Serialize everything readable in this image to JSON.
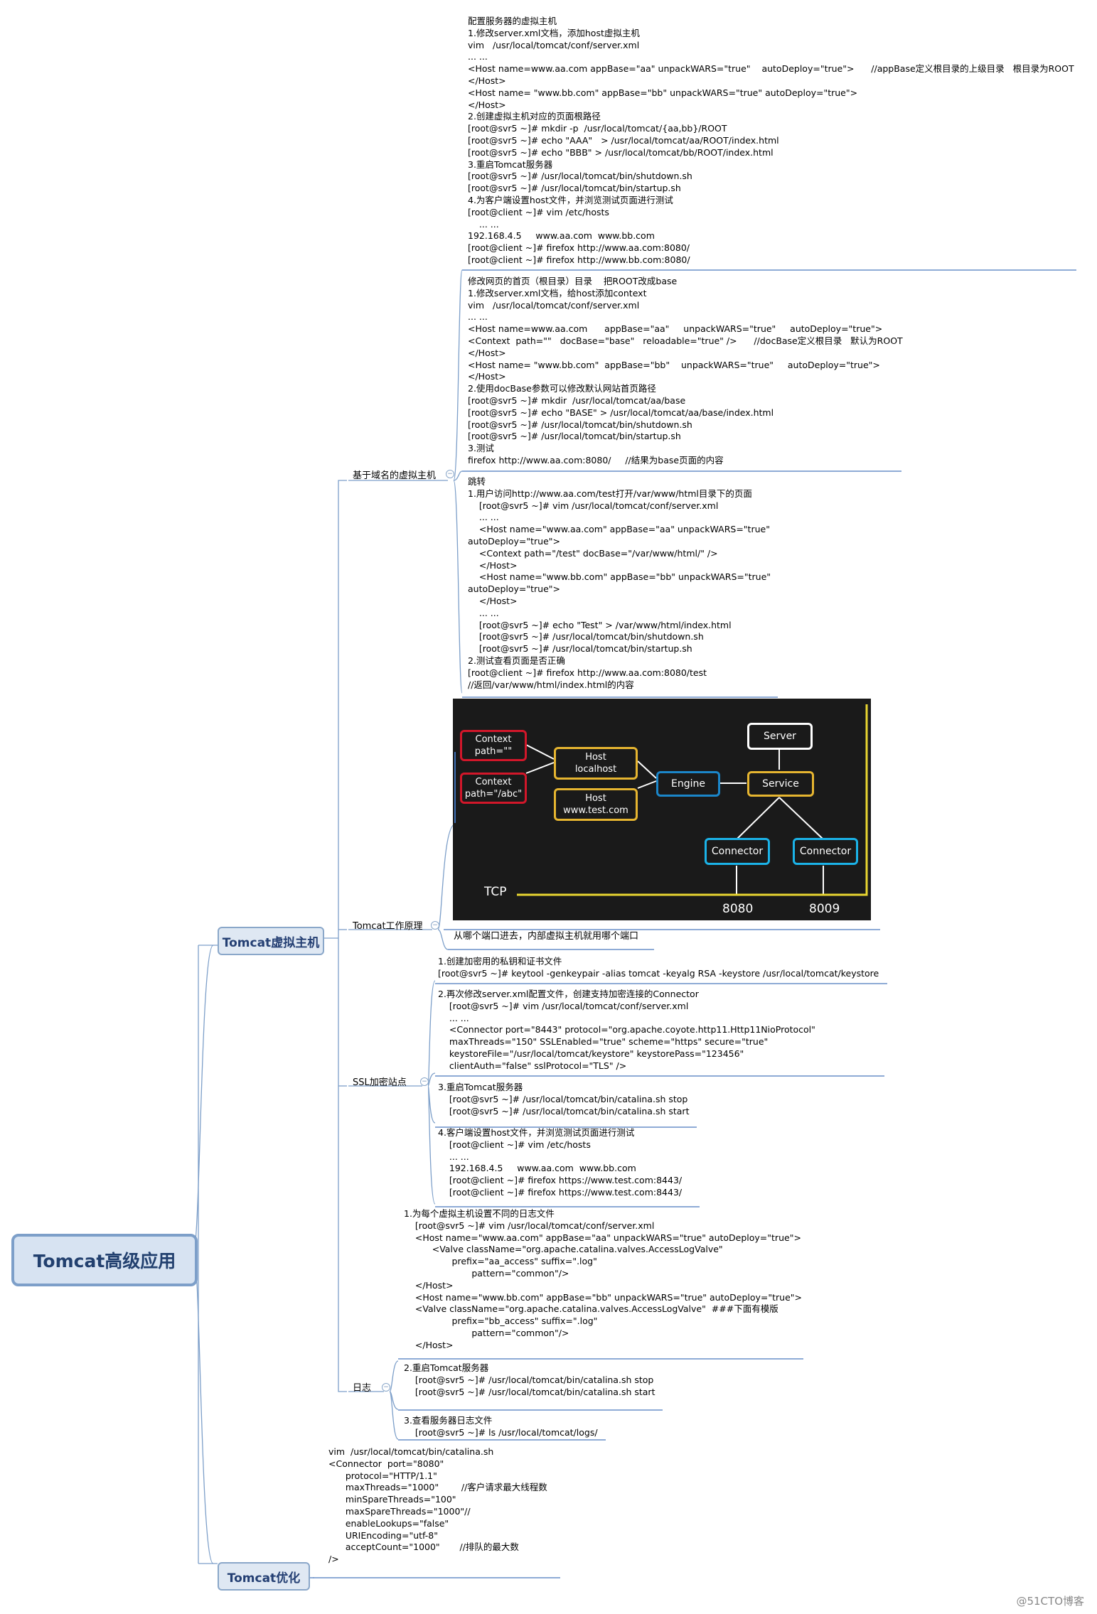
{
  "root": {
    "title": "Tomcat高级应用"
  },
  "branches": {
    "vhost": "Tomcat虚拟主机",
    "optimize": "Tomcat优化"
  },
  "topics": {
    "domain_vhost": "基于域名的虚拟主机",
    "principle": "Tomcat工作原理",
    "ssl": "SSL加密站点",
    "log": "日志"
  },
  "notes": {
    "n1": "配置服务器的虚拟主机\n1.修改server.xml文档，添加host虚拟主机\nvim   /usr/local/tomcat/conf/server.xml\n... ...\n<Host name=www.aa.com appBase=\"aa\" unpackWARS=\"true\"    autoDeploy=\"true\">      //appBase定义根目录的上级目录   根目录为ROOT\n</Host>\n<Host name= \"www.bb.com\" appBase=\"bb\" unpackWARS=\"true\" autoDeploy=\"true\">\n</Host>\n2.创建虚拟主机对应的页面根路径\n[root@svr5 ~]# mkdir -p  /usr/local/tomcat/{aa,bb}/ROOT\n[root@svr5 ~]# echo \"AAA\"   > /usr/local/tomcat/aa/ROOT/index.html\n[root@svr5 ~]# echo \"BBB\" > /usr/local/tomcat/bb/ROOT/index.html\n3.重启Tomcat服务器\n[root@svr5 ~]# /usr/local/tomcat/bin/shutdown.sh\n[root@svr5 ~]# /usr/local/tomcat/bin/startup.sh\n4.为客户端设置host文件，并浏览测试页面进行测试\n[root@client ~]# vim /etc/hosts\n    ... ...\n192.168.4.5     www.aa.com  www.bb.com\n[root@client ~]# firefox http://www.aa.com:8080/\n[root@client ~]# firefox http://www.bb.com:8080/",
    "n2": "修改网页的首页（根目录）目录    把ROOT改成base\n1.修改server.xml文档，给host添加context\nvim   /usr/local/tomcat/conf/server.xml\n... ...\n<Host name=www.aa.com      appBase=\"aa\"     unpackWARS=\"true\"     autoDeploy=\"true\">\n<Context  path=\"\"   docBase=\"base\"   reloadable=\"true\" />      //docBase定义根目录   默认为ROOT\n</Host>\n<Host name= \"www.bb.com\"  appBase=\"bb\"    unpackWARS=\"true\"     autoDeploy=\"true\">\n</Host>\n2.使用docBase参数可以修改默认网站首页路径\n[root@svr5 ~]# mkdir  /usr/local/tomcat/aa/base\n[root@svr5 ~]# echo \"BASE\" > /usr/local/tomcat/aa/base/index.html\n[root@svr5 ~]# /usr/local/tomcat/bin/shutdown.sh\n[root@svr5 ~]# /usr/local/tomcat/bin/startup.sh\n3.测试\nfirefox http://www.aa.com:8080/     //结果为base页面的内容",
    "n3": "跳转\n1.用户访问http://www.aa.com/test打开/var/www/html目录下的页面\n    [root@svr5 ~]# vim /usr/local/tomcat/conf/server.xml\n    ... ...\n    <Host name=\"www.aa.com\" appBase=\"aa\" unpackWARS=\"true\"\nautoDeploy=\"true\">\n    <Context path=\"/test\" docBase=\"/var/www/html/\" />\n    </Host>\n    <Host name=\"www.bb.com\" appBase=\"bb\" unpackWARS=\"true\"\nautoDeploy=\"true\">\n    </Host>\n    ... ...\n    [root@svr5 ~]# echo \"Test\" > /var/www/html/index.html\n    [root@svr5 ~]# /usr/local/tomcat/bin/shutdown.sh\n    [root@svr5 ~]# /usr/local/tomcat/bin/startup.sh\n2.测试查看页面是否正确\n[root@client ~]# firefox http://www.aa.com:8080/test\n//返回/var/www/html/index.html的内容",
    "principle_note": "从哪个端口进去，内部虚拟主机就用哪个端口",
    "ssl1": "1.创建加密用的私钥和证书文件\n[root@svr5 ~]# keytool -genkeypair -alias tomcat -keyalg RSA -keystore /usr/local/tomcat/keystore",
    "ssl2": "2.再次修改server.xml配置文件，创建支持加密连接的Connector\n    [root@svr5 ~]# vim /usr/local/tomcat/conf/server.xml\n    ... ...\n    <Connector port=\"8443\" protocol=\"org.apache.coyote.http11.Http11NioProtocol\"\n    maxThreads=\"150\" SSLEnabled=\"true\" scheme=\"https\" secure=\"true\"\n    keystoreFile=\"/usr/local/tomcat/keystore\" keystorePass=\"123456\"\n    clientAuth=\"false\" sslProtocol=\"TLS\" />",
    "ssl3": "3.重启Tomcat服务器\n    [root@svr5 ~]# /usr/local/tomcat/bin/catalina.sh stop\n    [root@svr5 ~]# /usr/local/tomcat/bin/catalina.sh start",
    "ssl4": "4.客户端设置host文件，并浏览测试页面进行测试\n    [root@client ~]# vim /etc/hosts\n    ... ...\n    192.168.4.5     www.aa.com  www.bb.com\n    [root@client ~]# firefox https://www.test.com:8443/\n    [root@client ~]# firefox https://www.test.com:8443/",
    "log1": "1.为每个虚拟主机设置不同的日志文件\n    [root@svr5 ~]# vim /usr/local/tomcat/conf/server.xml\n    <Host name=\"www.aa.com\" appBase=\"aa\" unpackWARS=\"true\" autoDeploy=\"true\">\n          <Valve className=\"org.apache.catalina.valves.AccessLogValve\"\n                 prefix=\"aa_access\" suffix=\".log\"\n                        pattern=\"common\"/>\n    </Host>\n    <Host name=\"www.bb.com\" appBase=\"bb\" unpackWARS=\"true\" autoDeploy=\"true\">\n    <Valve className=\"org.apache.catalina.valves.AccessLogValve\"  ###下面有模版\n                 prefix=\"bb_access\" suffix=\".log\"\n                        pattern=\"common\"/>\n    </Host>",
    "log2": "2.重启Tomcat服务器\n    [root@svr5 ~]# /usr/local/tomcat/bin/catalina.sh stop\n    [root@svr5 ~]# /usr/local/tomcat/bin/catalina.sh start",
    "log3": "3.查看服务器日志文件\n    [root@svr5 ~]# ls /usr/local/tomcat/logs/",
    "opt": "vim  /usr/local/tomcat/bin/catalina.sh\n<Connector  port=\"8080\"\n      protocol=\"HTTP/1.1\"\n      maxThreads=\"1000\"        //客户请求最大线程数\n      minSpareThreads=\"100\"\n      maxSpareThreads=\"1000\"//\n      enableLookups=\"false\"\n      URIEncoding=\"utf-8\"\n      acceptCount=\"1000\"       //排队的最大数\n/>"
  },
  "arch": {
    "ctx1": "Context\npath=\"\"",
    "ctx2": "Context\npath=\"/abc\"",
    "host1": "Host\nlocalhost",
    "host2": "Host\nwww.test.com",
    "engine": "Engine",
    "service": "Service",
    "server": "Server",
    "connector1": "Connector",
    "connector2": "Connector",
    "tcp": "TCP",
    "port1": "8080",
    "port2": "8009"
  },
  "watermark": "@51CTO博客",
  "colors": {
    "accent": "#3f6fb5",
    "context": "#d2172a",
    "host": "#e6b530",
    "engine": "#1b86c9",
    "bus": "#e8d531"
  }
}
